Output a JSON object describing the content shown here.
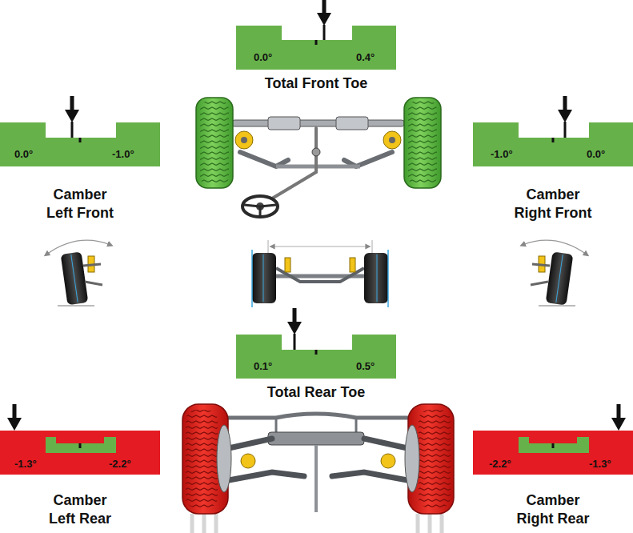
{
  "diagram": {
    "nodes": [
      {
        "text": [
          "0.0°",
          "0.4°",
          "Total Front Toe"
        ]
      },
      {
        "text": [
          "0.0°",
          "-1.0°",
          "Camber Left Front"
        ]
      },
      {
        "text": [
          "-1.0°",
          "0.0°",
          "Camber Right Front"
        ]
      },
      {
        "text": [
          "0.1°",
          "0.5°",
          "Total Rear Toe"
        ]
      },
      {
        "text": [
          "-1.3°",
          "-2.2°",
          "Camber Left Rear"
        ]
      },
      {
        "text": [
          "-2.2°",
          "-1.3°",
          "Camber Right Rear"
        ]
      }
    ]
  }
}
